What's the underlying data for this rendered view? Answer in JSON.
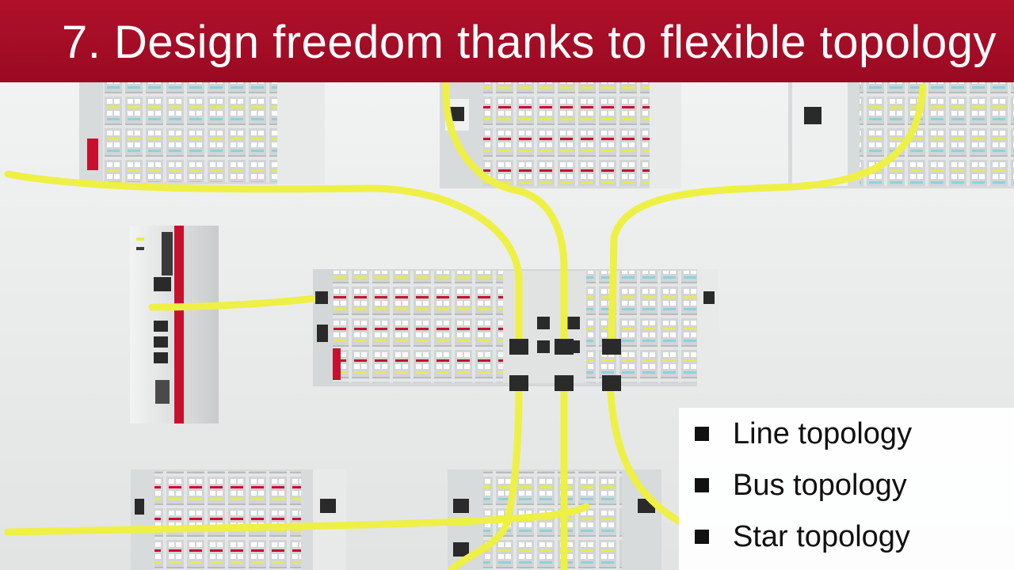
{
  "title": "7. Design freedom thanks to flexible topology",
  "legend": {
    "items": [
      {
        "label": "Line topology"
      },
      {
        "label": "Bus topology"
      },
      {
        "label": "Star topology"
      }
    ]
  },
  "colors": {
    "title_bar": "#a80c26",
    "cable": "#eef045",
    "module_body": "#dfe1e1",
    "terminal_accent": "#c8102e"
  },
  "icons": {
    "bullet": "square-bullet-icon"
  }
}
